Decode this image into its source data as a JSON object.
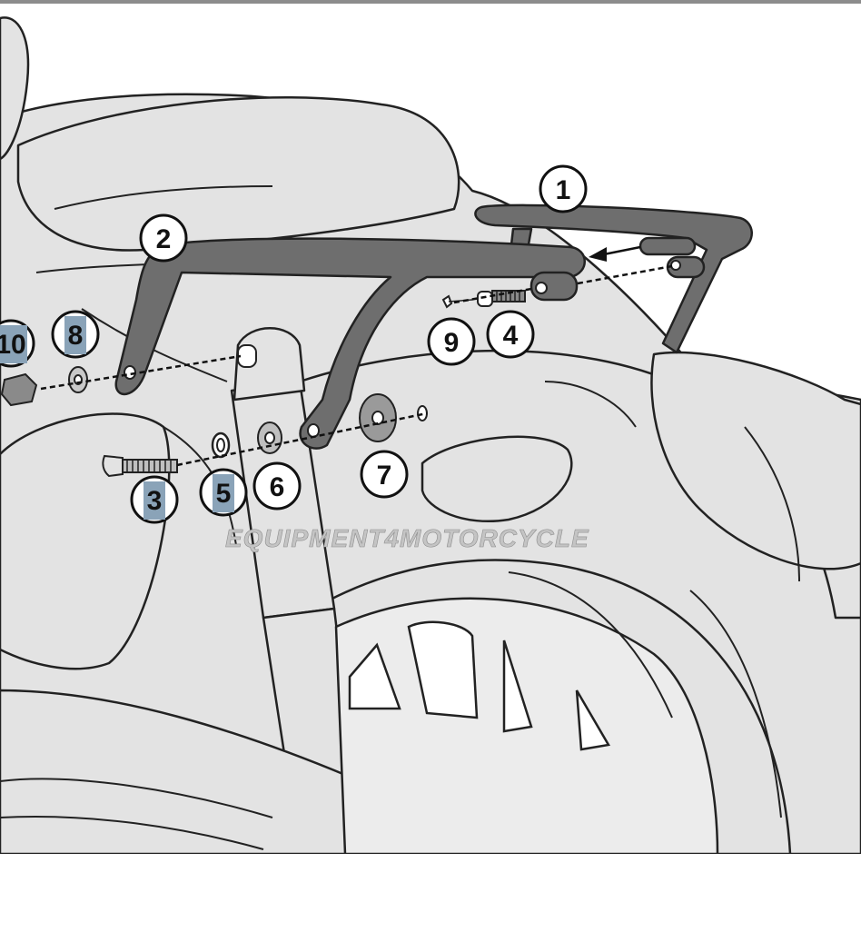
{
  "diagram": {
    "watermark": "EQUIPMENT4MOTORCYCLE",
    "callouts": [
      {
        "id": "1",
        "label": "1",
        "highlight": false
      },
      {
        "id": "2",
        "label": "2",
        "highlight": false
      },
      {
        "id": "3",
        "label": "3",
        "highlight": true
      },
      {
        "id": "4",
        "label": "4",
        "highlight": false
      },
      {
        "id": "5",
        "label": "5",
        "highlight": true
      },
      {
        "id": "6",
        "label": "6",
        "highlight": false
      },
      {
        "id": "7",
        "label": "7",
        "highlight": false
      },
      {
        "id": "8",
        "label": "8",
        "highlight": true
      },
      {
        "id": "9",
        "label": "9",
        "highlight": false
      },
      {
        "id": "10",
        "label": "10",
        "highlight": true
      }
    ],
    "colors": {
      "body_fill": "#e3e3e3",
      "body_line": "#222222",
      "part_fill": "#6e6e6e",
      "highlight": "#8aa3b8",
      "watermark": "#c4c4c4",
      "top_rule": "#8c8c8c"
    }
  }
}
